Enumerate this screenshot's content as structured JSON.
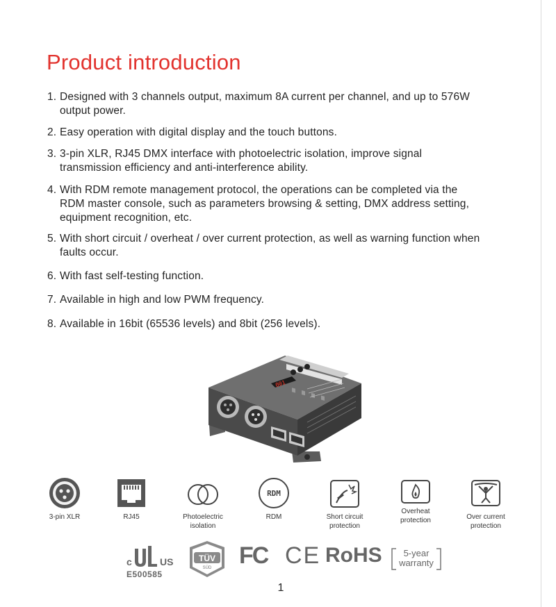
{
  "page": {
    "title": "Product introduction",
    "page_number": "1"
  },
  "features": [
    {
      "num": "1.",
      "lines": [
        "Designed with 3 channels output, maximum 8A current per channel, and up to 576W",
        "output power."
      ]
    },
    {
      "num": "2.",
      "lines": [
        "Easy operation with digital display and the touch buttons."
      ]
    },
    {
      "num": "3.",
      "lines": [
        "3-pin XLR, RJ45 DMX interface with photoelectric isolation, improve signal",
        "transmission efficiency and anti-interference ability."
      ]
    },
    {
      "num": "4.",
      "lines": [
        "With RDM remote management protocol, the operations can be completed via the",
        "RDM master console, such as parameters browsing & setting, DMX address setting,",
        "equipment recognition, etc."
      ]
    },
    {
      "num": "5.",
      "lines": [
        "With short circuit / overheat / over current protection, as well as warning function when",
        "faults occur."
      ]
    },
    {
      "num": "6.",
      "lines": [
        "With fast self-testing function."
      ]
    },
    {
      "num": "7.",
      "lines": [
        "Available in high and low PWM frequency."
      ]
    },
    {
      "num": "8.",
      "lines": [
        "Available in 16bit (65536 levels) and 8bit (256 levels)."
      ]
    }
  ],
  "device": {
    "display_value": "001"
  },
  "icons": [
    {
      "name": "xlr-icon",
      "label": "3-pin XLR"
    },
    {
      "name": "rj45-icon",
      "label": "RJ45"
    },
    {
      "name": "photoelectric-isolation-icon",
      "label": "Photoelectric isolation"
    },
    {
      "name": "rdm-icon",
      "label": "RDM",
      "text": "RDM"
    },
    {
      "name": "short-circuit-protection-icon",
      "label": "Short circuit protection"
    },
    {
      "name": "overheat-protection-icon",
      "label": "Overheat protection"
    },
    {
      "name": "over-current-protection-icon",
      "label": "Over current protection"
    }
  ],
  "certifications": {
    "ul_code": "E500585",
    "ul_left": "c",
    "ul_right": "US",
    "tuv_text": "TÜV",
    "tuv_sub": "SÜD",
    "fc": "FC",
    "ce": "CE",
    "rohs": "RoHS",
    "warranty_line1": "5-year",
    "warranty_line2": "warranty"
  },
  "colors": {
    "title": "#e2332e",
    "icon_gray": "#555555",
    "cert_gray": "#666666"
  }
}
